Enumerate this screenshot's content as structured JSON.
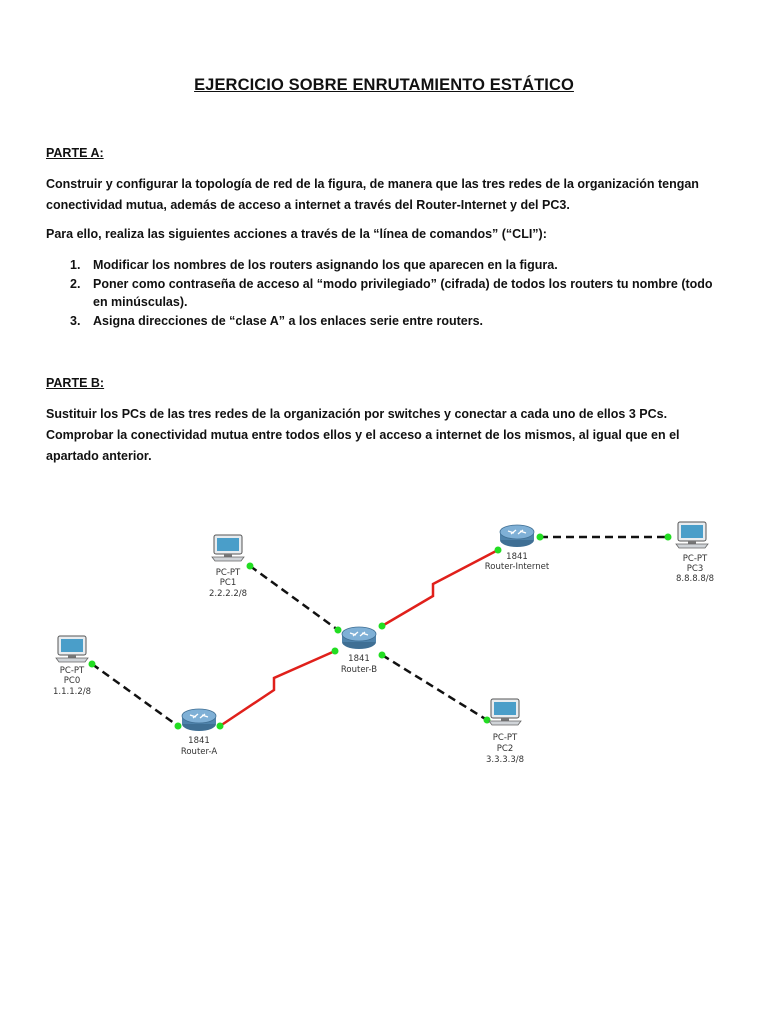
{
  "title": "EJERCICIO SOBRE ENRUTAMIENTO ESTÁTICO",
  "parte_a": {
    "heading": "PARTE A:",
    "intro": "Construir y configurar la topología de red de la figura, de manera que las tres redes de la organización tengan conectividad mutua, además de acceso a internet a través del Router-Internet y del PC3.",
    "lead": "Para ello, realiza las siguientes acciones a través de la “línea de comandos” (“CLI”):",
    "items": [
      {
        "num": "1.",
        "text": "Modificar los nombres de los routers asignando los que aparecen en la figura."
      },
      {
        "num": "2.",
        "text": "Poner como contraseña de acceso al “modo privilegiado” (cifrada) de todos los routers tu nombre (todo en minúsculas)."
      },
      {
        "num": "3.",
        "text": "Asigna direcciones de “clase A” a los enlaces serie entre routers."
      }
    ]
  },
  "parte_b": {
    "heading": "PARTE B:",
    "text": "Sustituir los PCs de las tres redes de la organización por switches y conectar a cada uno de ellos 3 PCs. Comprobar la conectividad mutua entre todos ellos y el acceso a internet de los mismos, al igual que en el apartado anterior."
  },
  "topology": {
    "routers": [
      {
        "id": "router-a",
        "model": "1841",
        "name": "Router-A"
      },
      {
        "id": "router-b",
        "model": "1841",
        "name": "Router-B"
      },
      {
        "id": "router-internet",
        "model": "1841",
        "name": "Router-Internet"
      }
    ],
    "pcs": [
      {
        "id": "pc0",
        "type": "PC-PT",
        "name": "PC0",
        "ip": "1.1.1.2/8"
      },
      {
        "id": "pc1",
        "type": "PC-PT",
        "name": "PC1",
        "ip": "2.2.2.2/8"
      },
      {
        "id": "pc2",
        "type": "PC-PT",
        "name": "PC2",
        "ip": "3.3.3.3/8"
      },
      {
        "id": "pc3",
        "type": "PC-PT",
        "name": "PC3",
        "ip": "8.8.8.8/8"
      }
    ],
    "colors": {
      "serial_link": "#e0201b",
      "ethernet_link": "#111111",
      "port_light": "#22dd22",
      "router_body": "#5a8fb8",
      "pc_screen": "#4a9ec9"
    }
  }
}
